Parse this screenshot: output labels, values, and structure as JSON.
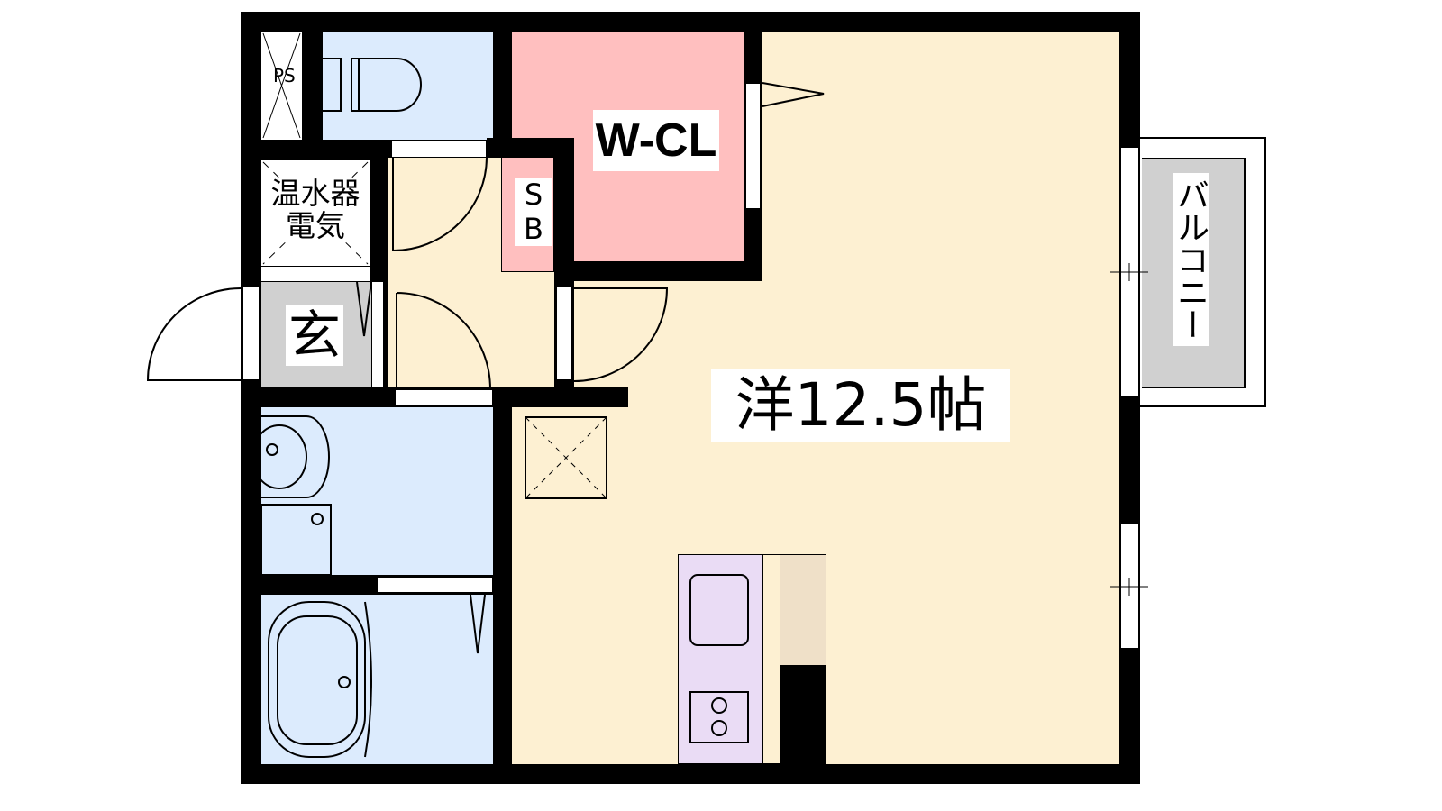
{
  "rooms": {
    "ps": "PS",
    "water_heater": "温水器",
    "electric": "電気",
    "entrance": "玄",
    "shoe_box": "SB",
    "walk_in_closet": "W-CL",
    "western_room": "洋12.5帖",
    "balcony": "バルコニー"
  },
  "colors": {
    "living": "#fdf0d2",
    "wet_area": "#dcebfd",
    "closet": "#ffbfbf",
    "entrance": "#d0d0d0",
    "kitchen": "#eadcf5",
    "counter": "#efe0c8"
  }
}
